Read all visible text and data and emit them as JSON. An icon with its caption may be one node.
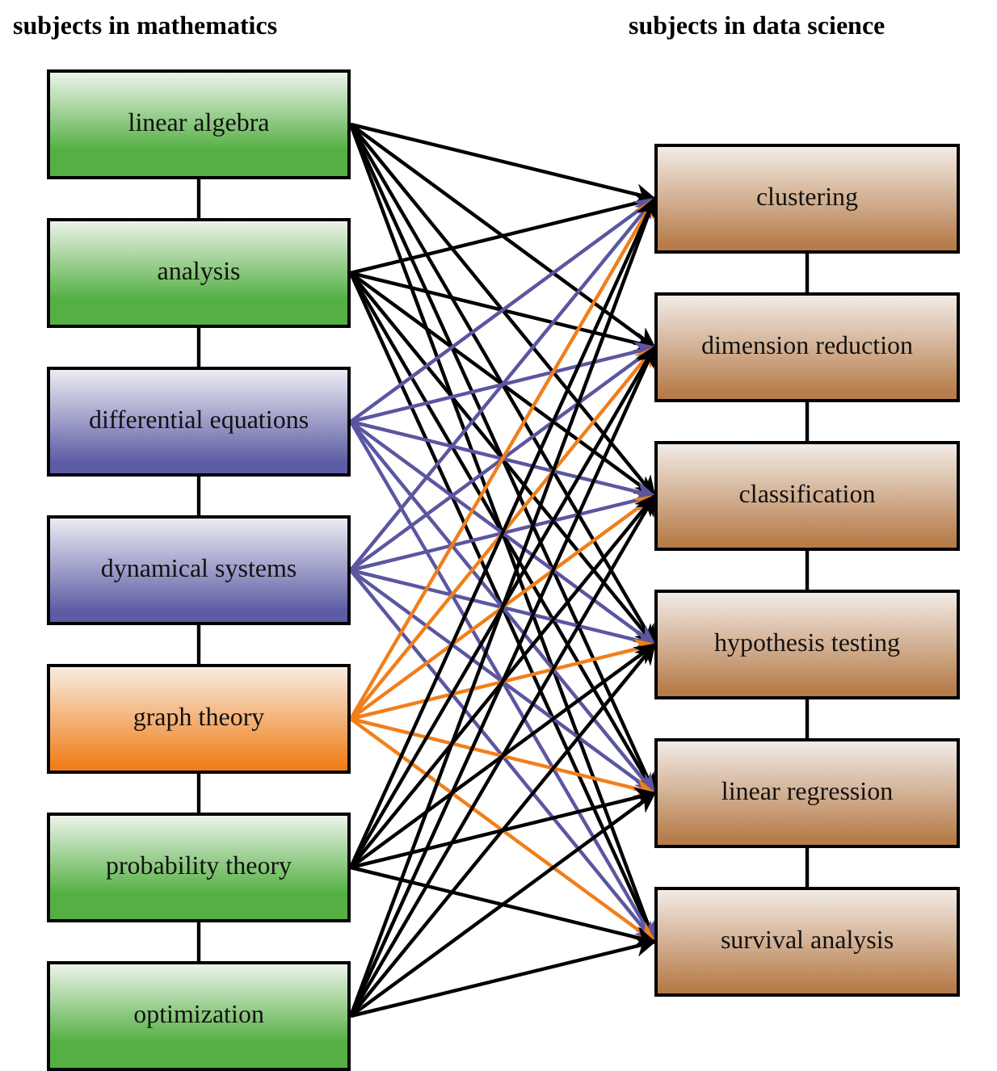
{
  "diagram": {
    "nodes": [
      {
        "text": [
          "linear algebra"
        ]
      },
      {
        "text": [
          "analysis"
        ]
      },
      {
        "text": [
          "differential equations"
        ]
      },
      {
        "text": [
          "dynamical systems"
        ]
      },
      {
        "text": [
          "graph theory"
        ]
      },
      {
        "text": [
          "probability theory"
        ]
      },
      {
        "text": [
          "optimization"
        ]
      },
      {
        "text": [
          "clustering"
        ]
      },
      {
        "text": [
          "dimension reduction"
        ]
      },
      {
        "text": [
          "classification"
        ]
      },
      {
        "text": [
          "hypothesis testing"
        ]
      },
      {
        "text": [
          "linear regression"
        ]
      },
      {
        "text": [
          "survival analysis"
        ]
      }
    ],
    "edges": [
      {
        "from": 0,
        "to": 1,
        "arrow": "none"
      },
      {
        "from": 1,
        "to": 2,
        "arrow": "none"
      },
      {
        "from": 2,
        "to": 3,
        "arrow": "none"
      },
      {
        "from": 3,
        "to": 4,
        "arrow": "none"
      },
      {
        "from": 4,
        "to": 5,
        "arrow": "none"
      },
      {
        "from": 5,
        "to": 6,
        "arrow": "none"
      },
      {
        "from": 7,
        "to": 8,
        "arrow": "none"
      },
      {
        "from": 8,
        "to": 9,
        "arrow": "none"
      },
      {
        "from": 9,
        "to": 10,
        "arrow": "none"
      },
      {
        "from": 10,
        "to": 11,
        "arrow": "none"
      },
      {
        "from": 11,
        "to": 12,
        "arrow": "none"
      },
      {
        "from": 0,
        "to": 7,
        "arrow": "to"
      },
      {
        "from": 0,
        "to": 8,
        "arrow": "to"
      },
      {
        "from": 0,
        "to": 9,
        "arrow": "to"
      },
      {
        "from": 0,
        "to": 10,
        "arrow": "to"
      },
      {
        "from": 0,
        "to": 11,
        "arrow": "to"
      },
      {
        "from": 0,
        "to": 12,
        "arrow": "to"
      },
      {
        "from": 1,
        "to": 7,
        "arrow": "to"
      },
      {
        "from": 1,
        "to": 8,
        "arrow": "to"
      },
      {
        "from": 1,
        "to": 9,
        "arrow": "to"
      },
      {
        "from": 1,
        "to": 10,
        "arrow": "to"
      },
      {
        "from": 1,
        "to": 11,
        "arrow": "to"
      },
      {
        "from": 1,
        "to": 12,
        "arrow": "to"
      },
      {
        "from": 2,
        "to": 7,
        "arrow": "to",
        "color": "#5a56a0"
      },
      {
        "from": 2,
        "to": 8,
        "arrow": "to",
        "color": "#5a56a0"
      },
      {
        "from": 2,
        "to": 9,
        "arrow": "to",
        "color": "#5a56a0"
      },
      {
        "from": 2,
        "to": 10,
        "arrow": "to",
        "color": "#5a56a0"
      },
      {
        "from": 2,
        "to": 11,
        "arrow": "to",
        "color": "#5a56a0"
      },
      {
        "from": 2,
        "to": 12,
        "arrow": "to",
        "color": "#5a56a0"
      },
      {
        "from": 3,
        "to": 7,
        "arrow": "to",
        "color": "#5a56a0"
      },
      {
        "from": 3,
        "to": 8,
        "arrow": "to",
        "color": "#5a56a0"
      },
      {
        "from": 3,
        "to": 9,
        "arrow": "to",
        "color": "#5a56a0"
      },
      {
        "from": 3,
        "to": 10,
        "arrow": "to",
        "color": "#5a56a0"
      },
      {
        "from": 3,
        "to": 11,
        "arrow": "to",
        "color": "#5a56a0"
      },
      {
        "from": 3,
        "to": 12,
        "arrow": "to",
        "color": "#5a56a0"
      },
      {
        "from": 4,
        "to": 7,
        "arrow": "to",
        "color": "#f07f1a"
      },
      {
        "from": 4,
        "to": 8,
        "arrow": "to",
        "color": "#f07f1a"
      },
      {
        "from": 4,
        "to": 9,
        "arrow": "to",
        "color": "#f07f1a"
      },
      {
        "from": 4,
        "to": 10,
        "arrow": "to",
        "color": "#f07f1a"
      },
      {
        "from": 4,
        "to": 11,
        "arrow": "to",
        "color": "#f07f1a"
      },
      {
        "from": 4,
        "to": 12,
        "arrow": "to",
        "color": "#f07f1a"
      },
      {
        "from": 5,
        "to": 7,
        "arrow": "to"
      },
      {
        "from": 5,
        "to": 8,
        "arrow": "to"
      },
      {
        "from": 5,
        "to": 9,
        "arrow": "to"
      },
      {
        "from": 5,
        "to": 10,
        "arrow": "to"
      },
      {
        "from": 5,
        "to": 11,
        "arrow": "to"
      },
      {
        "from": 5,
        "to": 12,
        "arrow": "to"
      },
      {
        "from": 6,
        "to": 7,
        "arrow": "to"
      },
      {
        "from": 6,
        "to": 8,
        "arrow": "to"
      },
      {
        "from": 6,
        "to": 9,
        "arrow": "to"
      },
      {
        "from": 6,
        "to": 10,
        "arrow": "to"
      },
      {
        "from": 6,
        "to": 11,
        "arrow": "to"
      },
      {
        "from": 6,
        "to": 12,
        "arrow": "to"
      }
    ],
    "labels": [
      "subjects in mathematics",
      "subjects in data science"
    ]
  }
}
